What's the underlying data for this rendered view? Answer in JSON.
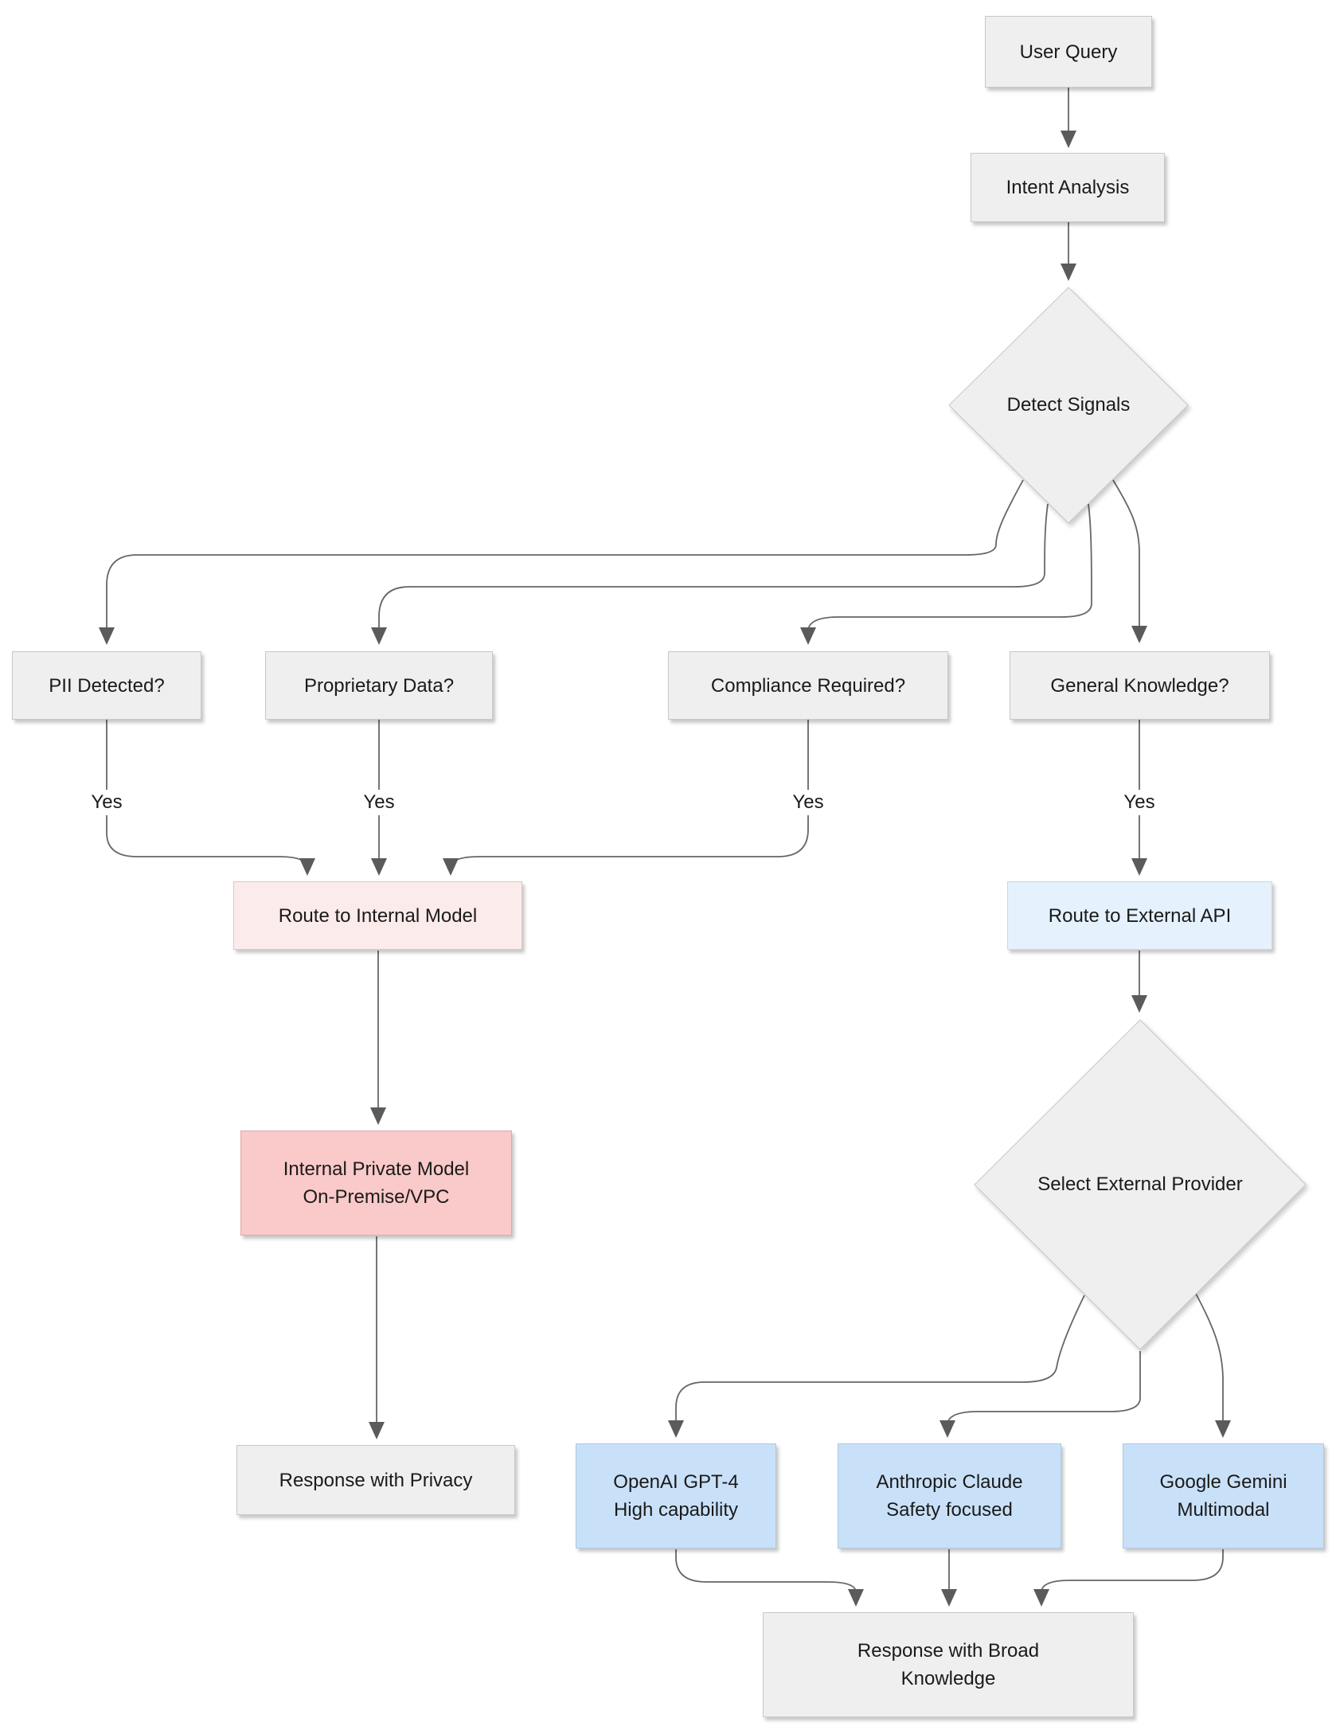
{
  "diagram": {
    "nodes": {
      "user_query": {
        "label": "User Query"
      },
      "intent_analysis": {
        "label": "Intent Analysis"
      },
      "detect_signals": {
        "label": "Detect Signals"
      },
      "pii": {
        "label": "PII Detected?"
      },
      "proprietary": {
        "label": "Proprietary Data?"
      },
      "compliance": {
        "label": "Compliance Required?"
      },
      "general": {
        "label": "General Knowledge?"
      },
      "route_internal": {
        "label": "Route to Internal Model"
      },
      "route_external": {
        "label": "Route to External API"
      },
      "internal_model": {
        "line1": "Internal Private Model",
        "line2": "On-Premise/VPC"
      },
      "select_provider": {
        "label": "Select External Provider"
      },
      "response_privacy": {
        "label": "Response with Privacy"
      },
      "openai": {
        "line1": "OpenAI GPT-4",
        "line2": "High capability"
      },
      "anthropic": {
        "line1": "Anthropic Claude",
        "line2": "Safety focused"
      },
      "gemini": {
        "line1": "Google Gemini",
        "line2": "Multimodal"
      },
      "response_broad": {
        "line1": "Response with Broad",
        "line2": "Knowledge"
      }
    },
    "edge_labels": [
      {
        "text": "Yes"
      },
      {
        "text": "Yes"
      },
      {
        "text": "Yes"
      },
      {
        "text": "Yes"
      }
    ],
    "colors": {
      "node_default_fill": "#efefef",
      "node_default_border": "#c8c8c8",
      "internal_route_fill": "#fcebeb",
      "internal_route_border": "#e2c4c4",
      "internal_model_fill": "#fac9c9",
      "internal_model_border": "#dbaaaa",
      "external_route_fill": "#e5f1fc",
      "external_route_border": "#c6d9e8",
      "provider_fill": "#c9e1f8",
      "provider_border": "#abc8e2",
      "edge": "#666666",
      "arrowhead": "#5b5b5b",
      "text": "#1a1a1a"
    }
  }
}
